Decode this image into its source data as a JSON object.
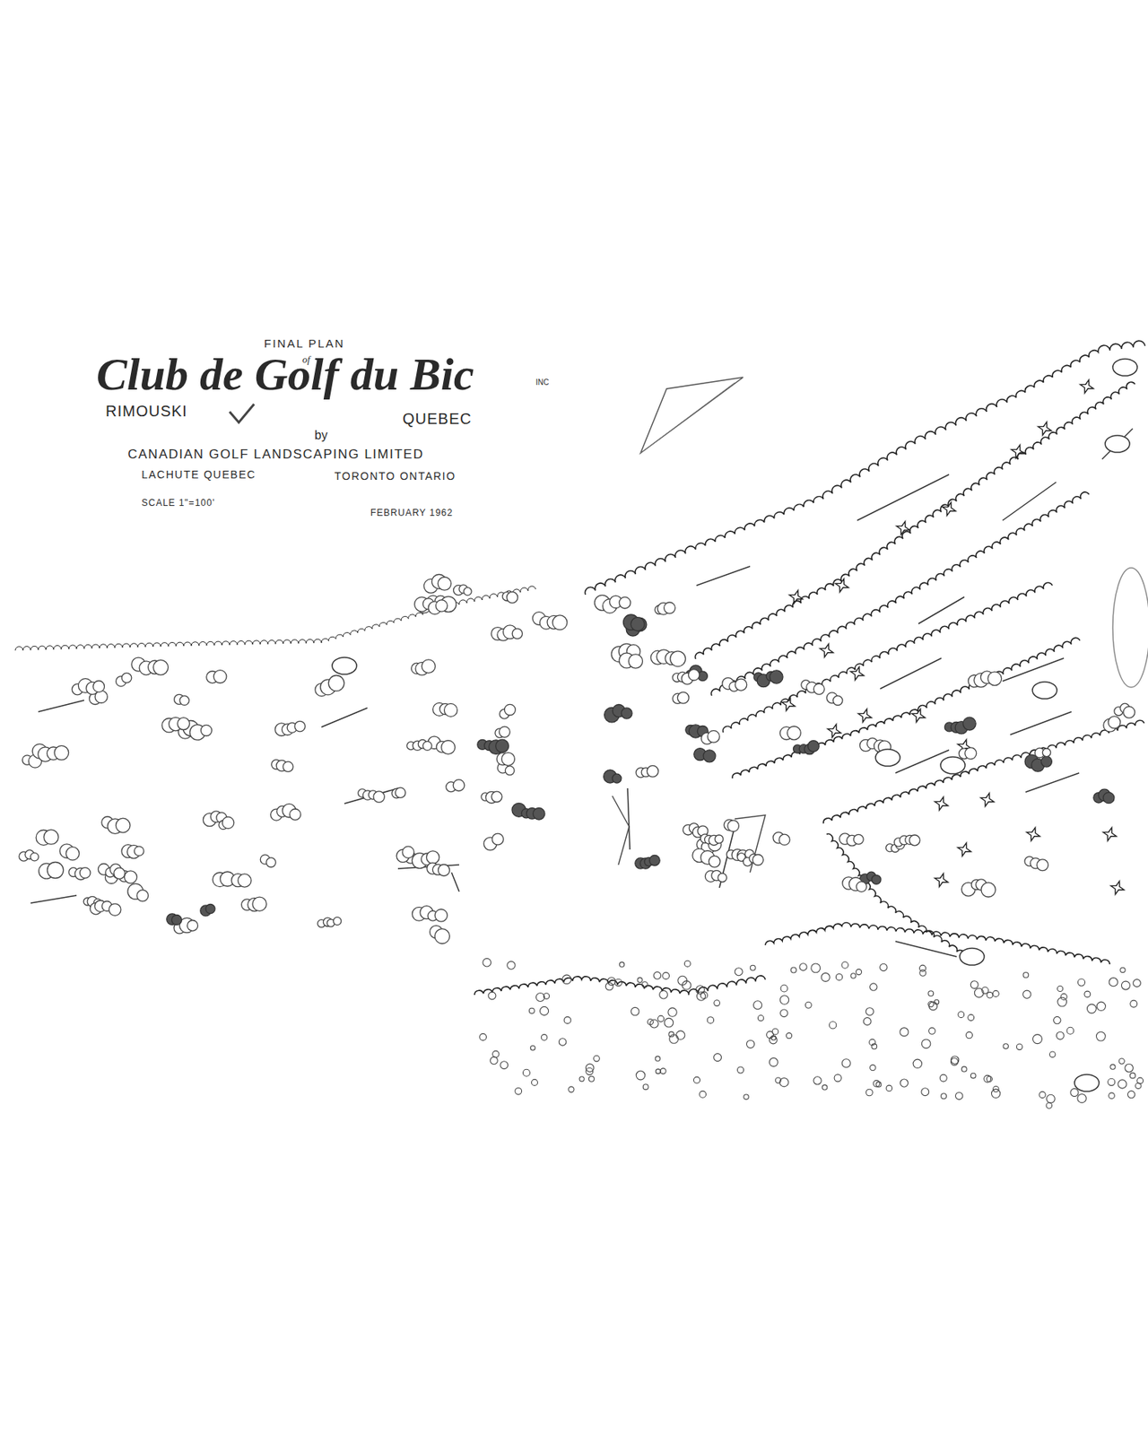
{
  "diagram": {
    "title": "Club de Golf du Bic",
    "labels": [
      "FINAL PLAN",
      "of",
      "INC",
      "RIMOUSKI",
      "QUEBEC",
      "by",
      "CANADIAN GOLF LANDSCAPING LIMITED",
      "LACHUTE QUEBEC",
      "TORONTO ONTARIO",
      "SCALE 1\"=100'",
      "FEBRUARY 1962"
    ]
  }
}
